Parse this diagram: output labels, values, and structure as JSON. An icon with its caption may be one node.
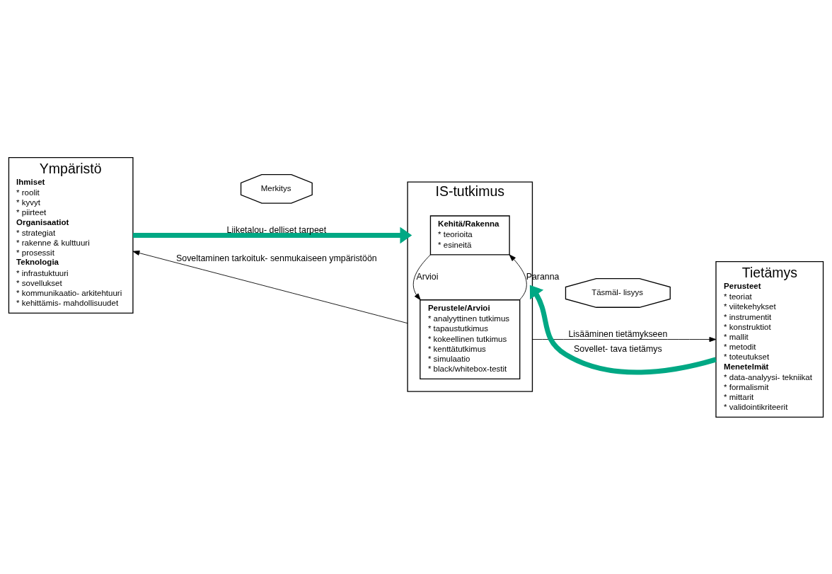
{
  "diagram": {
    "nodes": [
      {
        "text": [
          "Ympäristö",
          "Ihmiset",
          "* roolit",
          "* kyvyt",
          "* piirteet",
          "Organisaatiot",
          "* strategiat",
          "* rakenne & kulttuuri",
          "* prosessit",
          "Teknologia",
          "* infrastuktuuri",
          "* sovellukset",
          "* kommunikaatio- arkitehtuuri",
          "* kehittämis- mahdollisuudet"
        ]
      },
      {
        "text": [
          "Merkitys"
        ]
      },
      {
        "text": [
          "IS-tutkimus"
        ]
      },
      {
        "text": [
          "Kehitä/Rakenna",
          "* teorioita",
          "* esineitä"
        ],
        "in": 2
      },
      {
        "text": [
          "Perustele/Arvioi",
          "* analyyttinen tutkimus",
          "* tapaustutkimus",
          "* kokeellinen tutkimus",
          "* kenttätutkimus",
          "* simulaatio",
          "* black/whitebox-testit"
        ],
        "in": 2
      },
      {
        "text": [
          "Täsmäl- lisyys"
        ]
      },
      {
        "text": [
          "Tietämys",
          "Perusteet",
          "* teoriat",
          "* viitekehykset",
          "* instrumentit",
          "* konstruktiot",
          "* mallit",
          "* metodit",
          "* toteutukset",
          "Menetelmät",
          "* data-analyysi- tekniikat",
          "* formalismit",
          "* mittarit",
          "* validointikriteerit"
        ]
      }
    ],
    "edges": [
      {
        "from": 0,
        "to": 2,
        "arrow": "to",
        "label": "Liiketalou- delliset tarpeet",
        "style": "thick",
        "color": "#00a884"
      },
      {
        "from": 3,
        "to": 4,
        "arrow": "to",
        "label": "Arvioi"
      },
      {
        "from": 4,
        "to": 3,
        "arrow": "to",
        "label": "Paranna"
      },
      {
        "from": 2,
        "to": 0,
        "arrow": "to",
        "label": "Soveltaminen tarkoituk- senmukaiseen ympäristöön"
      },
      {
        "from": 2,
        "to": 6,
        "arrow": "to",
        "label": "Lisääminen tietämykseen"
      },
      {
        "from": 6,
        "to": 2,
        "arrow": "to",
        "label": "Sovellet- tava tietämys",
        "style": "thick",
        "color": "#00a884"
      }
    ]
  }
}
